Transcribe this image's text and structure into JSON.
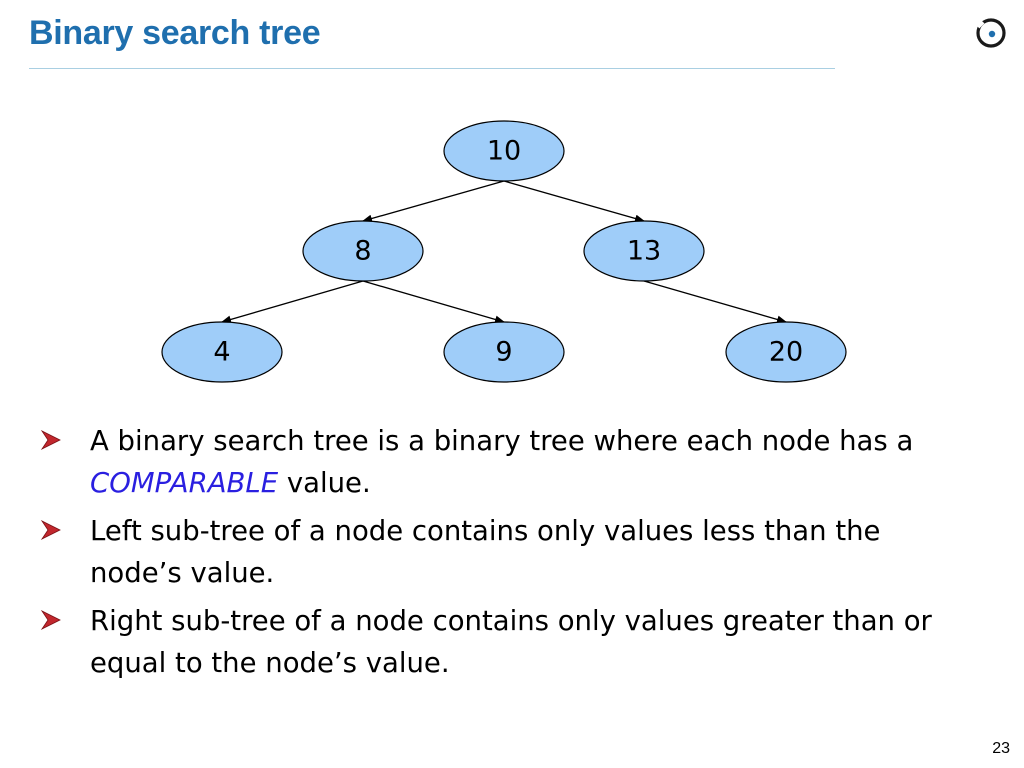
{
  "slide": {
    "title": "Binary search tree",
    "page_number": "23"
  },
  "logo": {
    "icon": "eiffel-logo-icon"
  },
  "tree": {
    "node_fill": "#9fcdf9",
    "nodes": [
      {
        "id": "n10",
        "label": "10"
      },
      {
        "id": "n8",
        "label": "8"
      },
      {
        "id": "n13",
        "label": "13"
      },
      {
        "id": "n4",
        "label": "4"
      },
      {
        "id": "n9",
        "label": "9"
      },
      {
        "id": "n20",
        "label": "20"
      }
    ],
    "edges": [
      {
        "from": "n10",
        "to": "n8"
      },
      {
        "from": "n10",
        "to": "n13"
      },
      {
        "from": "n8",
        "to": "n4"
      },
      {
        "from": "n8",
        "to": "n9"
      },
      {
        "from": "n13",
        "to": "n20"
      }
    ]
  },
  "bullets": [
    {
      "text_before": "A binary search tree is a binary tree where each node has a ",
      "highlight": "COMPARABLE",
      "text_after": " value."
    },
    {
      "text_before": "Left sub-tree of a node contains only values less than the node’s value."
    },
    {
      "text_before": "Right sub-tree of a node contains only values greater than or equal to the node’s value."
    }
  ],
  "colors": {
    "title": "#1f6fae",
    "highlight": "#2a1fe0",
    "bullet_marker": "#c1272d"
  }
}
